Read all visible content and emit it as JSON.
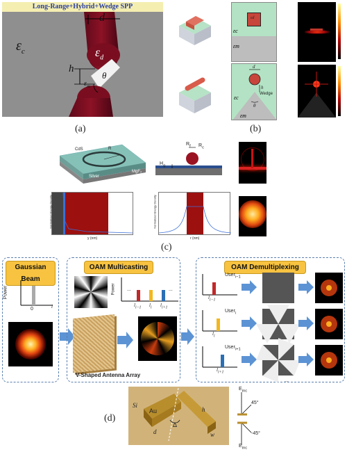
{
  "panel_a": {
    "title": "Long-Range+Hybrid+Wedge SPP",
    "eps_c": "ε",
    "eps_c_sub": "c",
    "eps_d": "ε",
    "eps_d_sub": "d",
    "eps_m": "ε",
    "eps_m_sub": "m",
    "d": "d",
    "h": "h",
    "theta": "θ",
    "label": "(a)"
  },
  "panel_b": {
    "eps_c": "εc",
    "eps_m": "εm",
    "eps_d": "εd",
    "d": "d",
    "h": "h",
    "wedge": "Wedge",
    "theta": "θ",
    "label": "(b)"
  },
  "panel_c": {
    "cds": "CdS",
    "silver": "Silver",
    "mgf2": "MgF₂",
    "r_label": "R",
    "rf": "R",
    "rf_sub": "f",
    "rc": "R",
    "rc_sub": "c",
    "hg": "H",
    "hg_sub": "g",
    "plot1_ylabel": "Normalized Energy Density",
    "plot1_xlabel": "y (nm)",
    "plot2_ylabel": "Normalized Energy Density",
    "plot2_xlabel": "r (nm)",
    "label": "(c)"
  },
  "panel_oam": {
    "gaussian_title": "Gaussian Beam",
    "multicast_title": "OAM Multicasting",
    "demux_title": "OAM Demultiplexing",
    "power": "Power",
    "zero": "0",
    "l": "l",
    "li_minus": "l",
    "li": "l",
    "li_plus": "l",
    "sub_minus": "i−1",
    "sub_i": "i",
    "sub_plus": "i+1",
    "dots": "...",
    "antenna_label": "V-Shaped Antenna Array",
    "user_prefix": "User",
    "user_sub_minus": "i−1",
    "user_sub_i": "i",
    "user_sub_plus": "i+1",
    "colors": {
      "red": "#c0282a",
      "yellow": "#f2b81f",
      "blue": "#2b6fb6",
      "arrow": "#5c93d4"
    }
  },
  "panel_d": {
    "si": "Si",
    "au": "Au",
    "delta": "Δ",
    "d": "d",
    "h": "h",
    "w": "w",
    "e_inc_top": "E",
    "e_inc_bottom": "E",
    "inc_sub": "inc",
    "angle1": "45°",
    "angle2": "-45°",
    "label": "(d)"
  }
}
